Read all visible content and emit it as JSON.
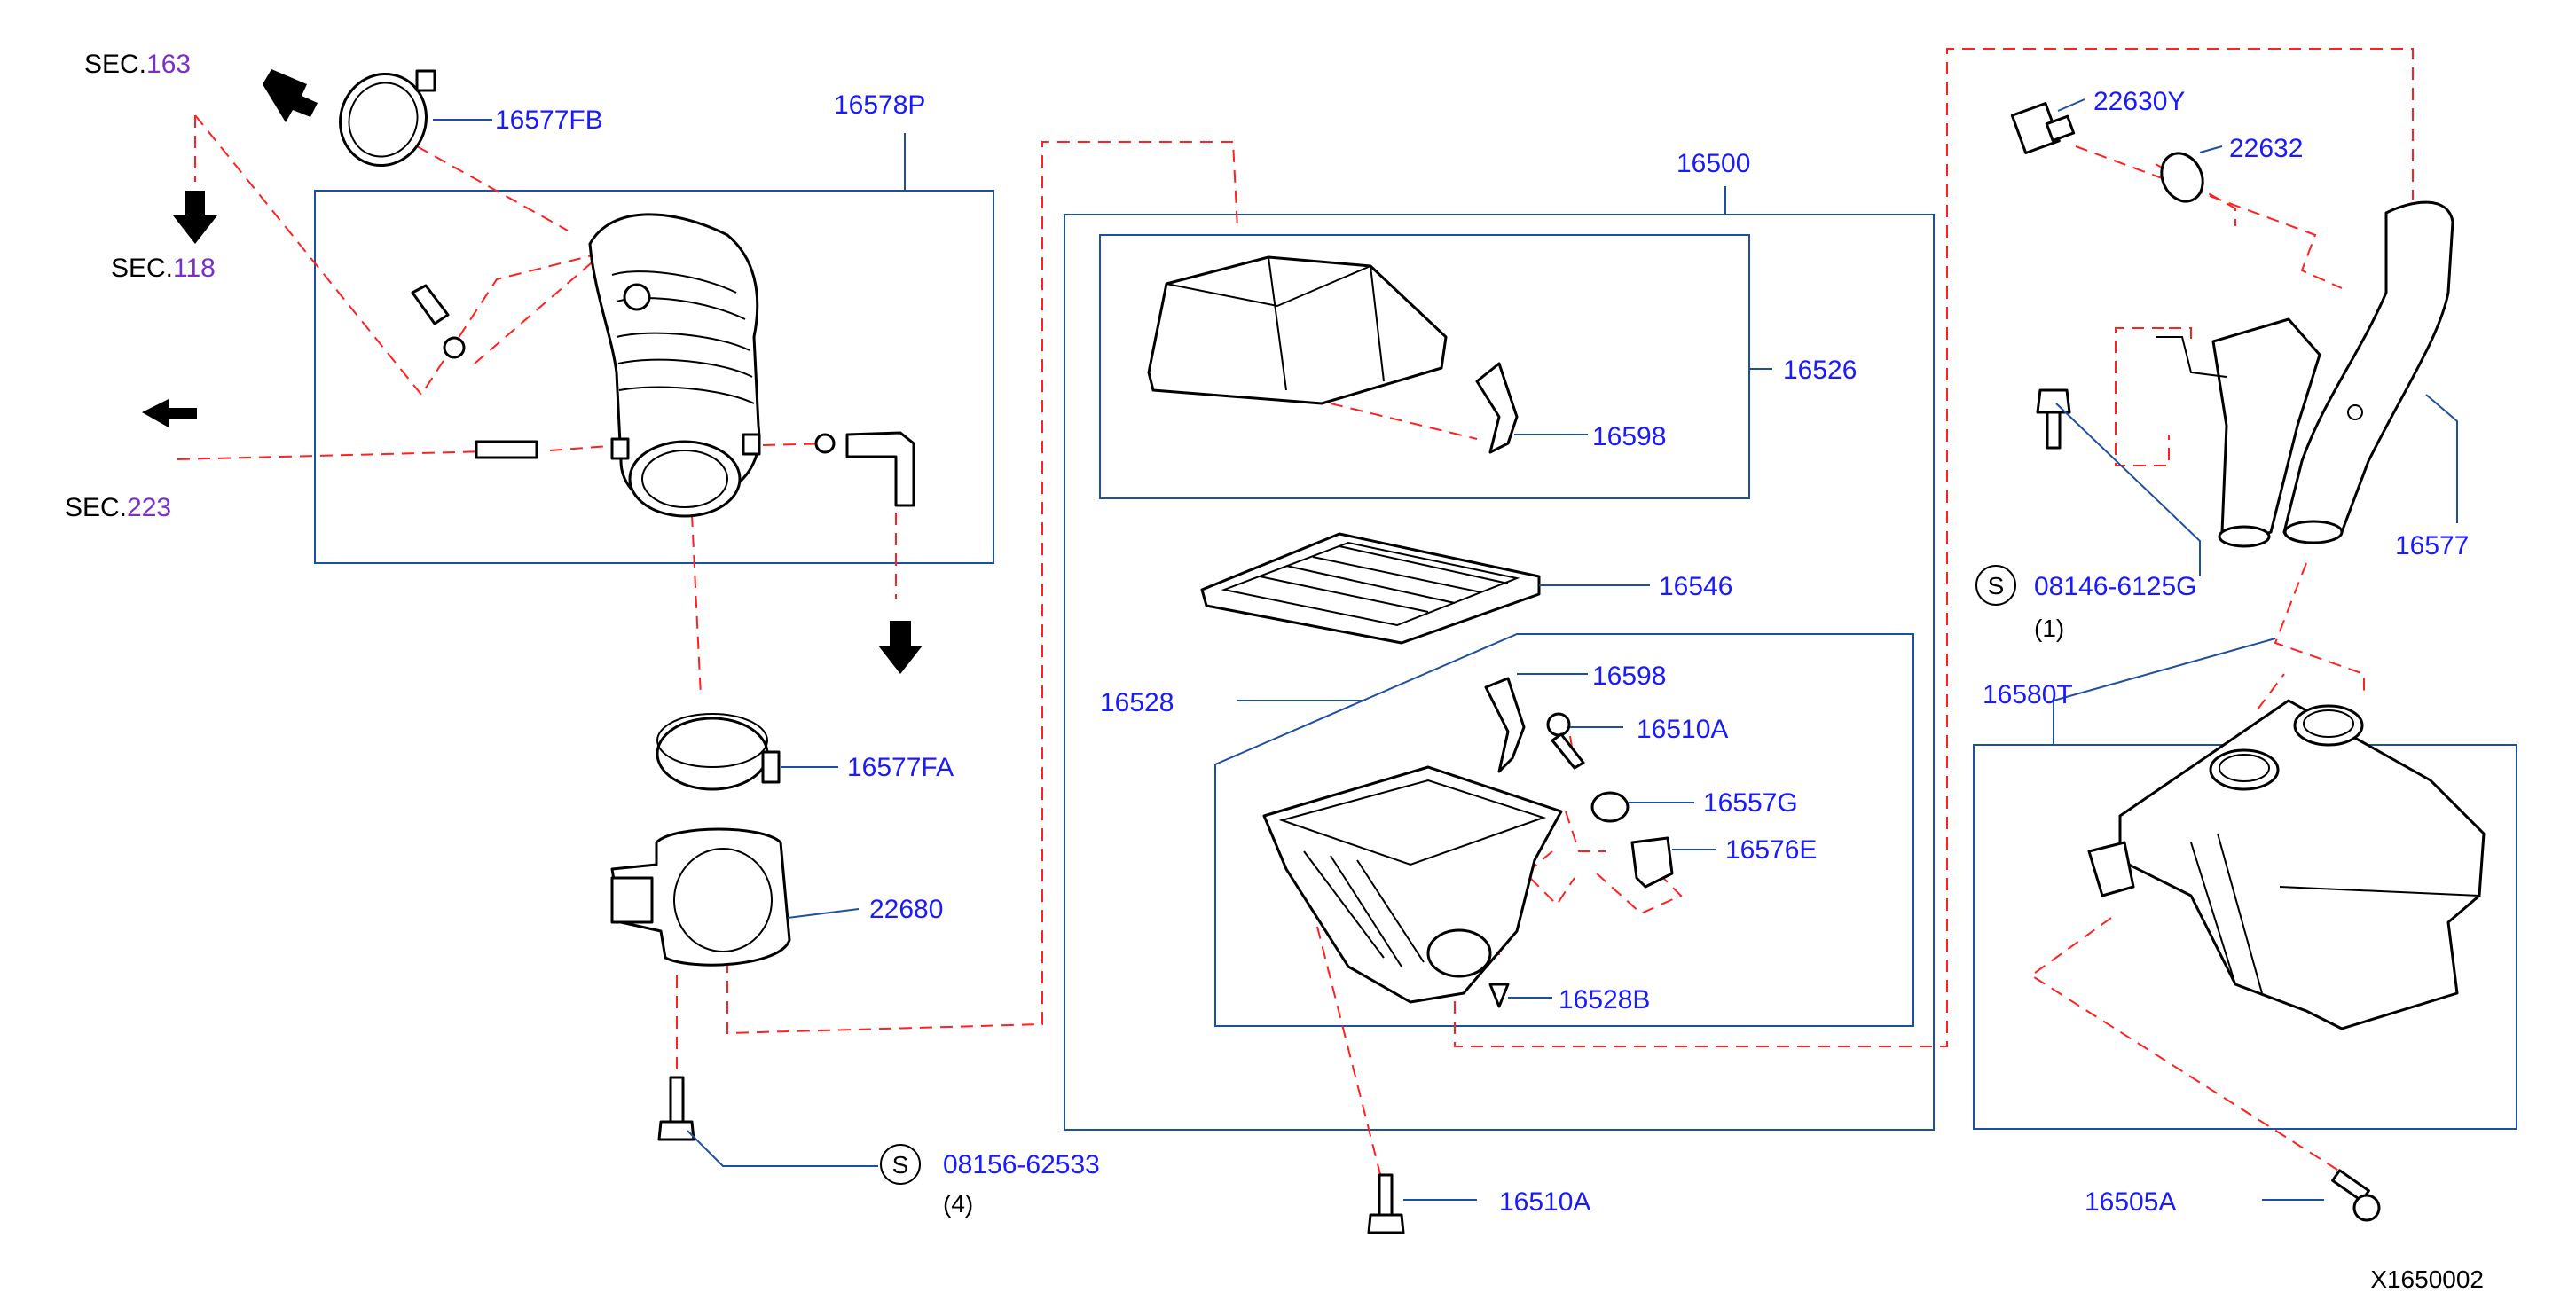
{
  "diagram_id": "X1650002",
  "sections": {
    "sec163": {
      "prefix": "SEC.",
      "num": "163"
    },
    "sec118": {
      "prefix": "SEC.",
      "num": "118"
    },
    "sec223": {
      "prefix": "SEC.",
      "num": "223"
    }
  },
  "labels": {
    "p16577FB": "16577FB",
    "p16578P": "16578P",
    "p16577FA": "16577FA",
    "p22680": "22680",
    "s08156": "08156-62533",
    "q4": "(4)",
    "p16500": "16500",
    "p16526": "16526",
    "p16598a": "16598",
    "p16546": "16546",
    "p16528": "16528",
    "p16598b": "16598",
    "p16510Aa": "16510A",
    "p16557G": "16557G",
    "p16576E": "16576E",
    "p16528B": "16528B",
    "p16510Ab": "16510A",
    "p22630Y": "22630Y",
    "p22632": "22632",
    "p16577": "16577",
    "s08146": "08146-6125G",
    "q1": "(1)",
    "p16580T": "16580T",
    "p16505A": "16505A"
  },
  "symbols": {
    "s_circle_1": "S",
    "s_circle_2": "S"
  },
  "colors": {
    "label": "#1a1aff",
    "section_number": "#7b2fc9",
    "box_line": "#1f4fa0",
    "dashed_leader": "#ff2020"
  }
}
